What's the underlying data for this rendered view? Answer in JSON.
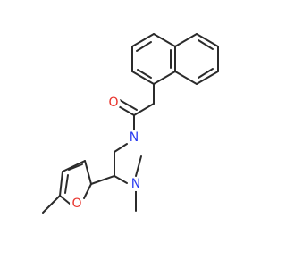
{
  "molecule": {
    "atoms": {
      "oxygen_carbonyl": {
        "symbol": "O",
        "color": "#e8312a"
      },
      "nitrogen_amide": {
        "symbol": "N",
        "color": "#2a3cf0"
      },
      "nitrogen_amine": {
        "symbol": "N",
        "color": "#2a3cf0"
      },
      "oxygen_furan": {
        "symbol": "O",
        "color": "#e8312a"
      }
    },
    "bond_color": "#2b2b2b"
  }
}
